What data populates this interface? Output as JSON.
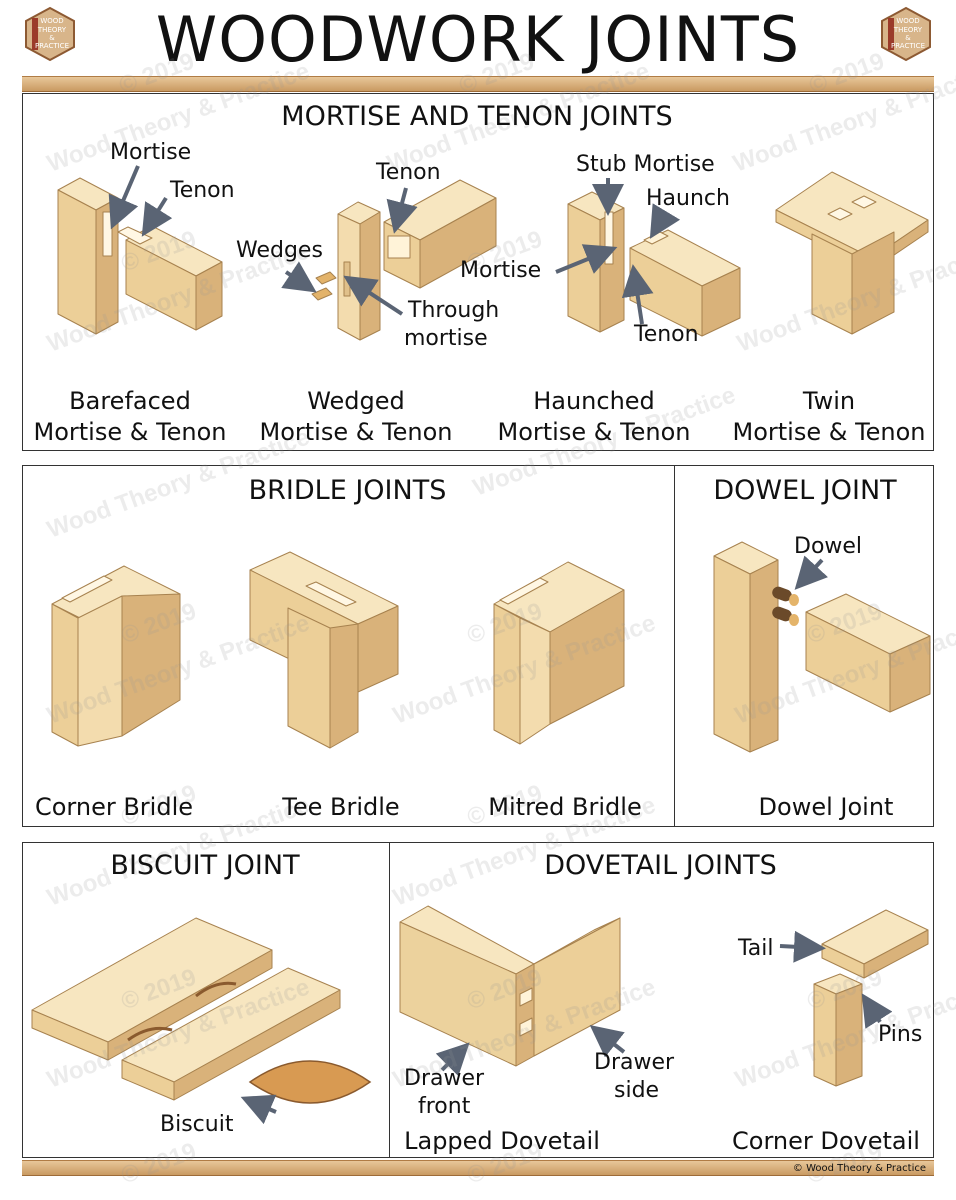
{
  "title": "WOODWORK JOINTS",
  "watermark": {
    "year": "© 2019",
    "brand": "Wood Theory & Practice"
  },
  "logo": {
    "line1": "WOOD",
    "line2": "THEORY",
    "line3": "&",
    "line4": "PRACTICE",
    "color": "#9b3b2a"
  },
  "colors": {
    "wood_light": "#f6e4bd",
    "wood_mid": "#ecd29d",
    "wood_dark": "#d9b27a",
    "arrow": "#5a6474"
  },
  "mortise_tenon": {
    "title": "MORTISE AND TENON JOINTS",
    "labels": {
      "mortise1": "Mortise",
      "tenon1": "Tenon",
      "tenon2": "Tenon",
      "wedges": "Wedges",
      "through": "Through",
      "mortise_word": "mortise",
      "stub": "Stub Mortise",
      "haunch": "Haunch",
      "mortise3": "Mortise",
      "tenon3": "Tenon"
    },
    "captions": [
      {
        "l1": "Barefaced",
        "l2": "Mortise & Tenon"
      },
      {
        "l1": "Wedged",
        "l2": "Mortise & Tenon"
      },
      {
        "l1": "Haunched",
        "l2": "Mortise & Tenon"
      },
      {
        "l1": "Twin",
        "l2": "Mortise & Tenon"
      }
    ]
  },
  "bridle": {
    "title": "BRIDLE JOINTS",
    "captions": [
      "Corner Bridle",
      "Tee Bridle",
      "Mitred Bridle"
    ]
  },
  "dowel": {
    "title": "DOWEL JOINT",
    "label": "Dowel",
    "caption": "Dowel Joint"
  },
  "biscuit": {
    "title": "BISCUIT JOINT",
    "label": "Biscuit"
  },
  "dovetail": {
    "title": "DOVETAIL JOINTS",
    "labels": {
      "tail": "Tail",
      "pins": "Pins",
      "front1": "Drawer",
      "front2": "front",
      "side1": "Drawer",
      "side2": "side"
    },
    "captions": [
      "Lapped Dovetail",
      "Corner Dovetail"
    ]
  },
  "copyright": "© Wood Theory & Practice"
}
